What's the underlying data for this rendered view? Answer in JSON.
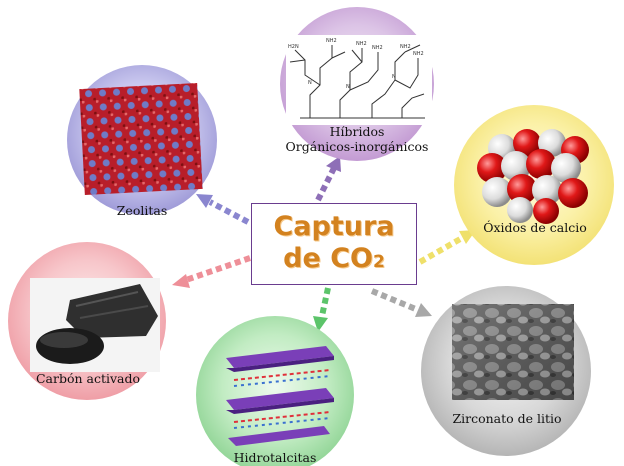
{
  "center": {
    "line1": "Captura",
    "line2": "de CO",
    "subscript": "2"
  },
  "nodes": [
    {
      "id": "hibridos",
      "label_line1": "Híbridos",
      "label_line2": "Orgánicos-inorgánicos",
      "color": "#c9a4d6",
      "arrow_color": "#8e6fb7"
    },
    {
      "id": "zeolitas",
      "label": "Zeolitas",
      "color": "#a9a6dc",
      "arrow_color": "#8a86cf"
    },
    {
      "id": "oxidos",
      "label": "Óxidos de calcio",
      "color": "#f7e98a",
      "arrow_color": "#efe06a"
    },
    {
      "id": "carbon",
      "label": "Carbón activado",
      "color": "#f2a7ad",
      "arrow_color": "#ee8f98"
    },
    {
      "id": "zirconato",
      "label": "Zirconato de litio",
      "color": "#bfbfbf",
      "arrow_color": "#a8a8a8"
    },
    {
      "id": "hidrotalcitas",
      "label": "Hidrotalcitas",
      "color": "#9fdca0",
      "arrow_color": "#5cc46a"
    }
  ]
}
